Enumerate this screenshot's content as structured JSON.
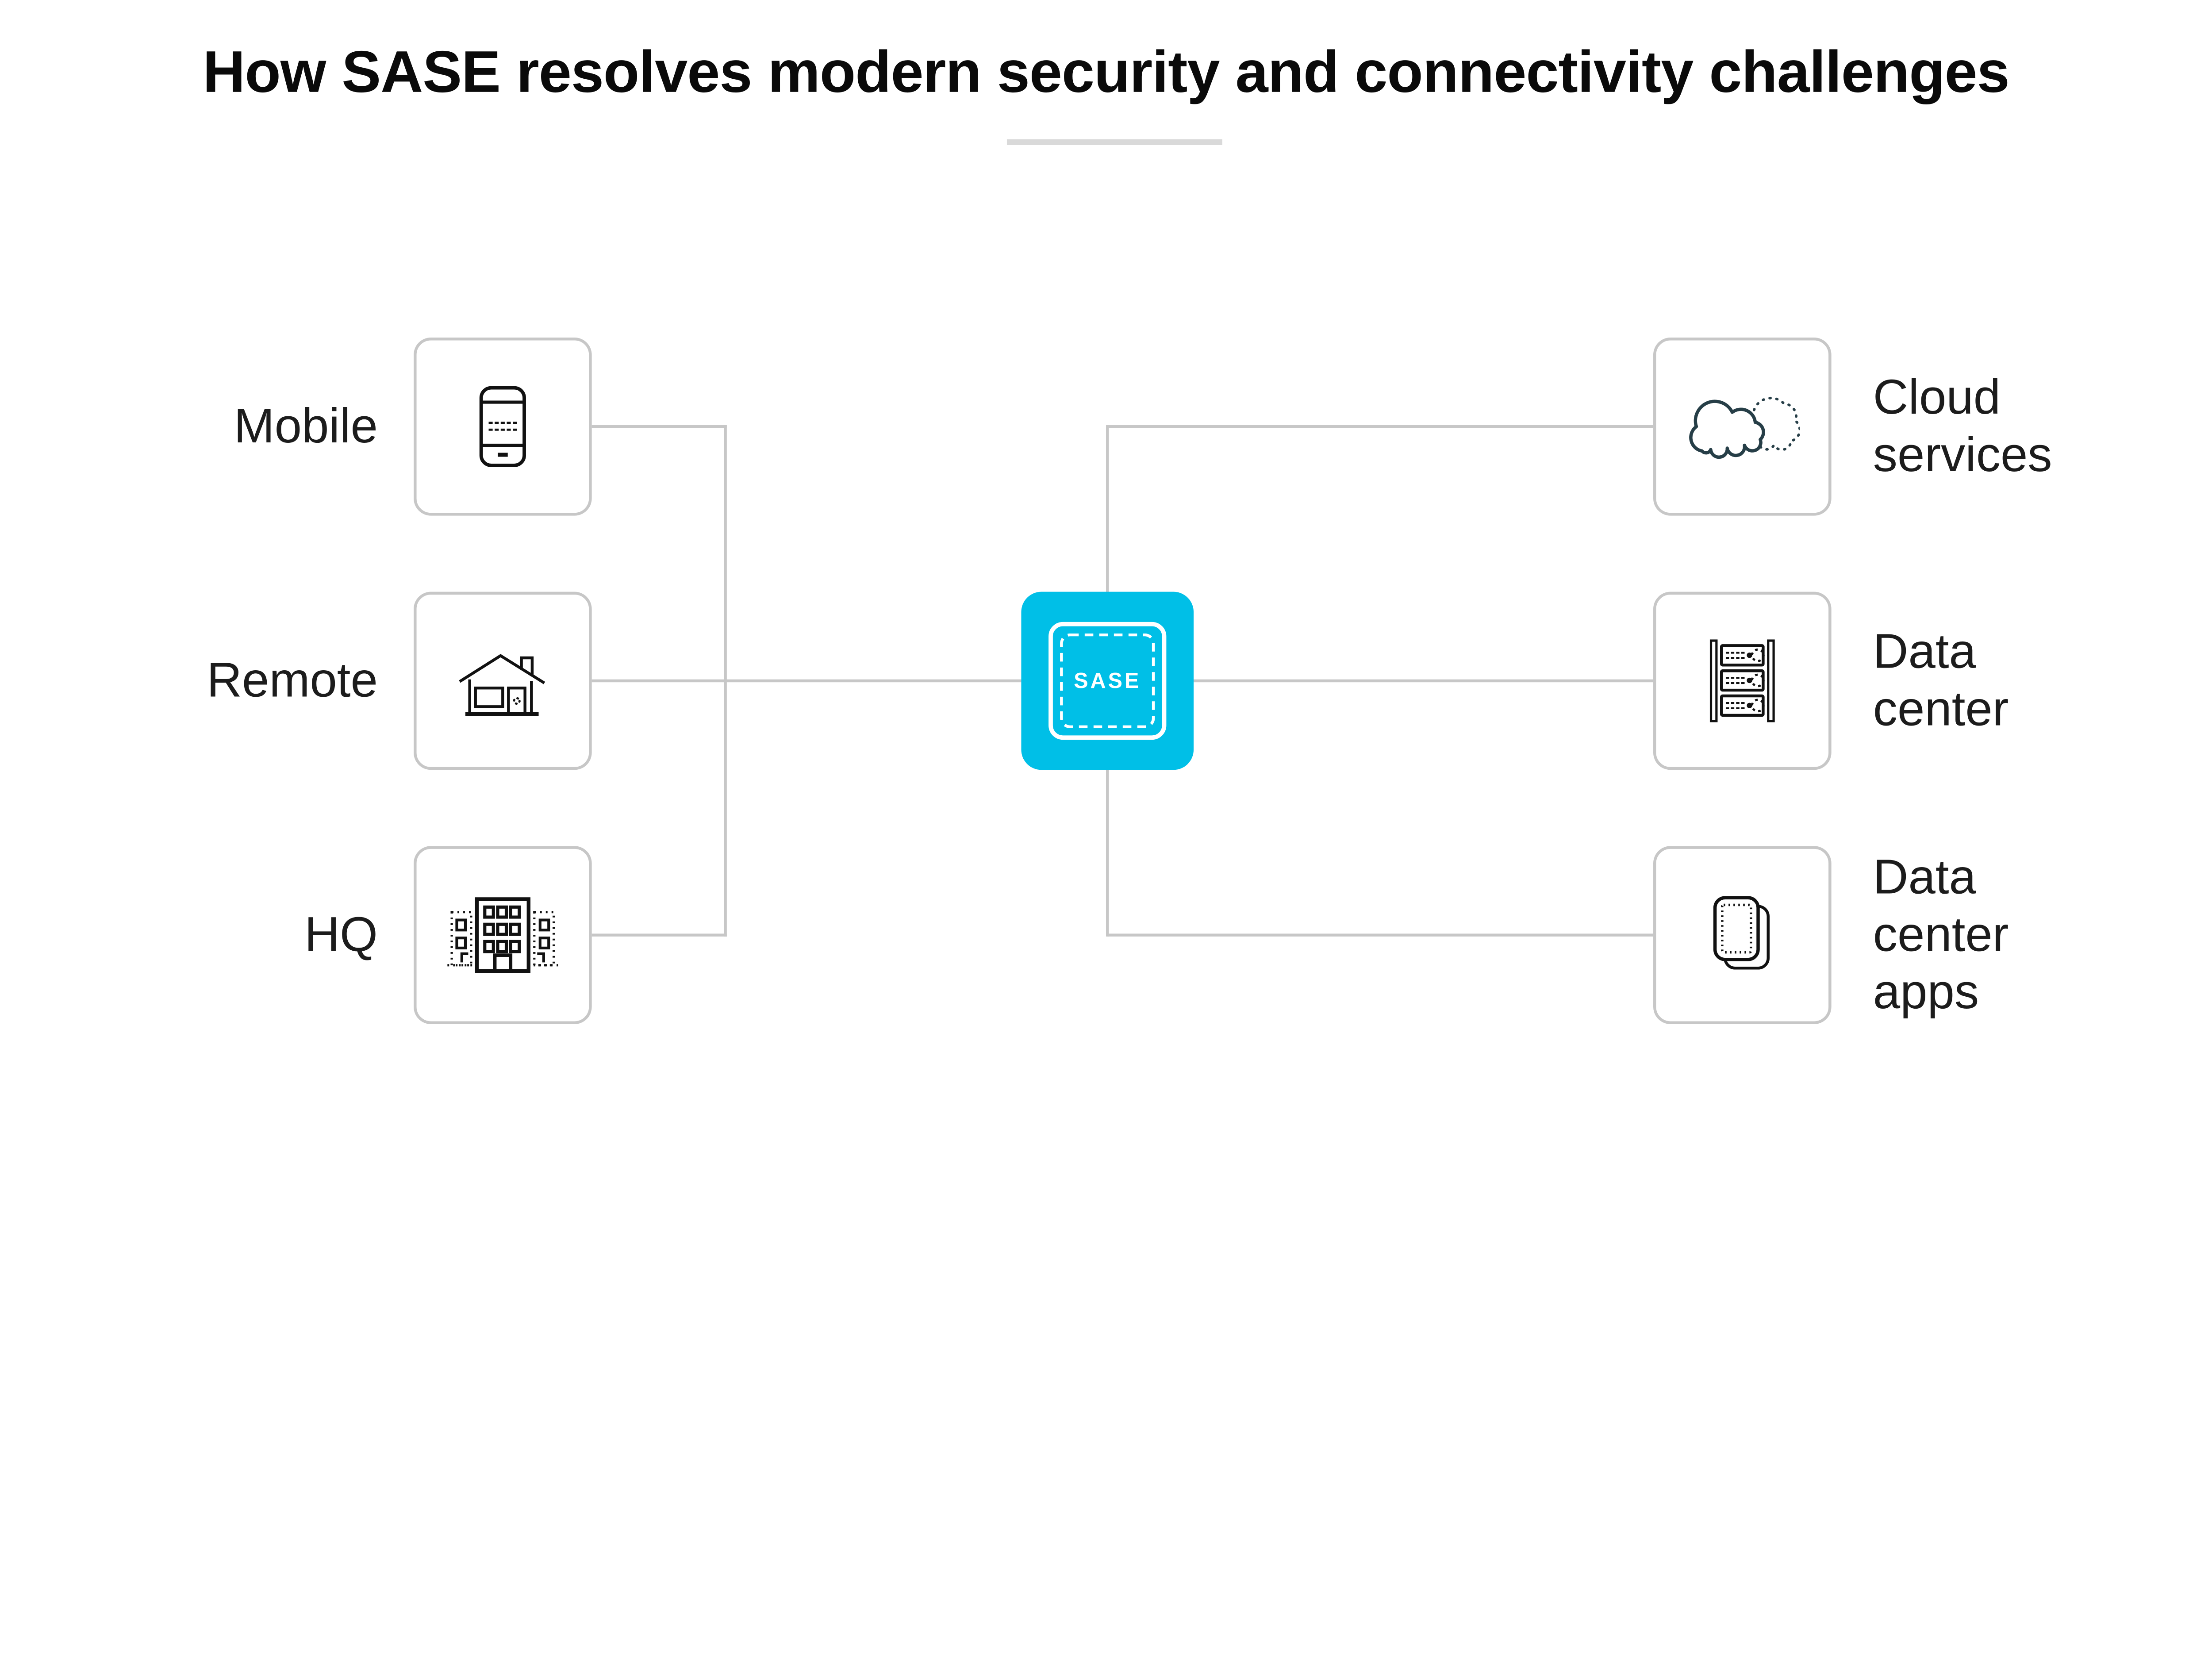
{
  "title": "How SASE resolves modern security and connectivity challenges",
  "center_node": {
    "label": "SASE"
  },
  "left_nodes": [
    {
      "label": "Mobile",
      "icon": "smartphone-icon"
    },
    {
      "label": "Remote",
      "icon": "house-icon"
    },
    {
      "label": "HQ",
      "icon": "office-building-icon"
    }
  ],
  "right_nodes": [
    {
      "label": "Cloud\nservices",
      "icon": "cloud-icon"
    },
    {
      "label": "Data\ncenter",
      "icon": "server-rack-icon"
    },
    {
      "label": "Data\ncenter\napps",
      "icon": "stacked-apps-icon"
    }
  ],
  "colors": {
    "accent": "#00bfe7",
    "connector": "#c7c7c7",
    "box_border": "#c7c7c7",
    "divider": "#d9d9d9",
    "text": "#1c1c1c",
    "title_text": "#0a0a0a",
    "icon": "#111111",
    "cloud_icon": "#263e47"
  }
}
